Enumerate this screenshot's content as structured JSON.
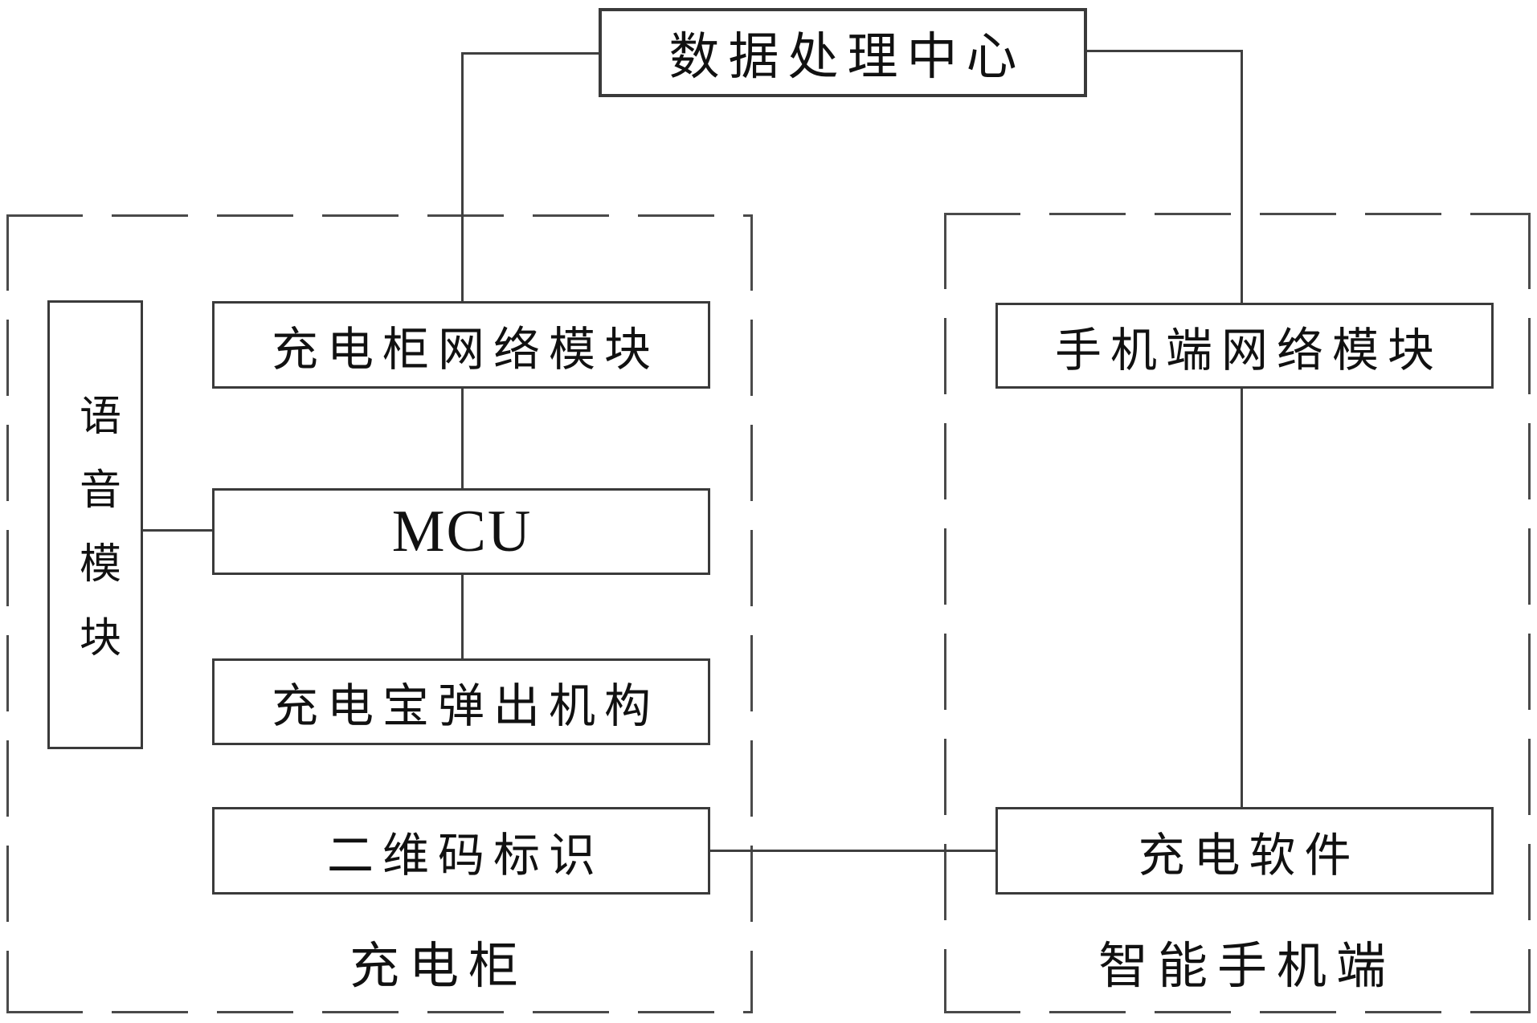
{
  "colors": {
    "background": "#ffffff",
    "line": "#3f3f3f",
    "dashed_border": "#4a4a4a",
    "text": "#111111"
  },
  "diagram": {
    "top_box": {
      "label": "数据处理中心"
    },
    "cabinet": {
      "label": "充电柜",
      "voice_module": "语音模块",
      "network_module": "充电柜网络模块",
      "mcu": "MCU",
      "eject_mechanism": "充电宝弹出机构",
      "qr_code": "二维码标识"
    },
    "phone": {
      "label": "智能手机端",
      "network_module": "手机端网络模块",
      "charging_software": "充电软件"
    },
    "connections": [
      {
        "from": "数据处理中心",
        "to": "充电柜网络模块"
      },
      {
        "from": "数据处理中心",
        "to": "手机端网络模块"
      },
      {
        "from": "充电柜网络模块",
        "to": "MCU"
      },
      {
        "from": "语音模块",
        "to": "MCU"
      },
      {
        "from": "MCU",
        "to": "充电宝弹出机构"
      },
      {
        "from": "手机端网络模块",
        "to": "充电软件"
      },
      {
        "from": "二维码标识",
        "to": "充电软件"
      }
    ]
  }
}
